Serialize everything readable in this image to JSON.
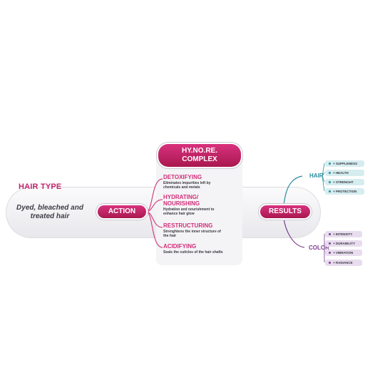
{
  "colors": {
    "magenta": "#c0246a",
    "teal": "#2a8c9c",
    "purple": "#7a3f8e"
  },
  "hair_type": {
    "label": "HAIR TYPE",
    "description": "Dyed, bleached and treated hair"
  },
  "action": {
    "label": "ACTION"
  },
  "complex": {
    "line1": "HY.NO.RE.",
    "line2": "COMPLEX"
  },
  "actions": [
    {
      "title": "DETOXIFYING",
      "desc": "Eliminates impurities left by chemicals and metals"
    },
    {
      "title": "HYDRATING/ NOURISHING",
      "desc": "Hydration and nourishment to enhance hair glow"
    },
    {
      "title": "RESTRUCTURING",
      "desc": "Strenghtens the inner structure of the hair"
    },
    {
      "title": "ACIDIFYING",
      "desc": "Seals the cuticles of the hair shafts"
    }
  ],
  "results": {
    "label": "RESULTS",
    "hair": {
      "label": "HAIR",
      "items": [
        "+ SUPPLENESS",
        "+ HEALTH",
        "+ STRENGHT",
        "+ PROTECTION"
      ]
    },
    "color": {
      "label": "COLOR",
      "items": [
        "+ INTENSITY",
        "+ DURABILITY",
        "+ VIBRATION",
        "+ RADIANCE"
      ]
    }
  }
}
